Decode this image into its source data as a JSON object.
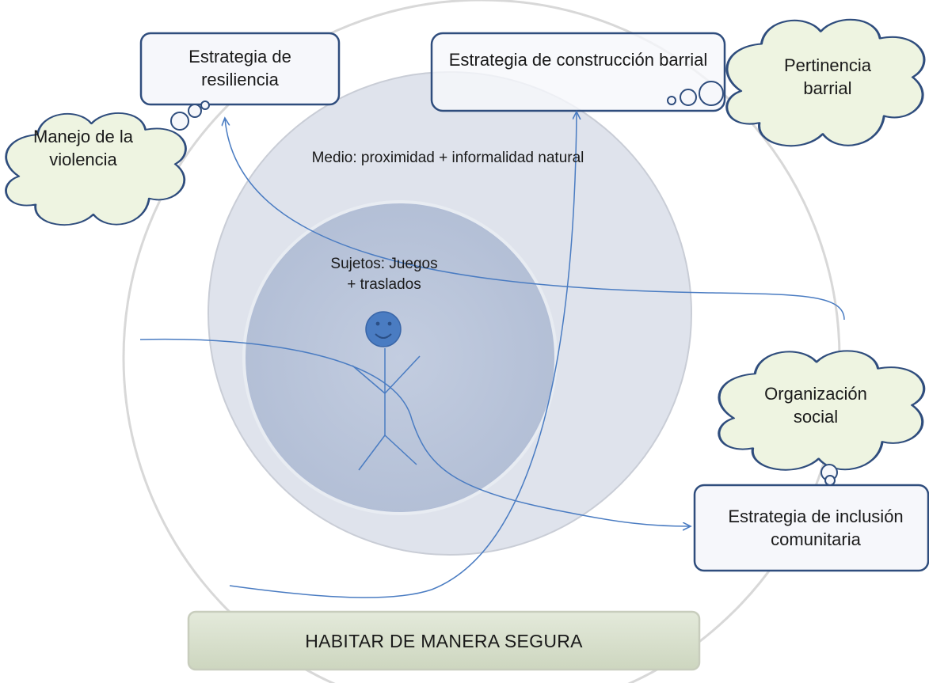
{
  "diagram": {
    "rings": {
      "middle": "Medio: proximidad + informalidad natural",
      "inner": "Sujetos: Juegos + traslados"
    },
    "boxes": {
      "resiliencia": "Estrategia de resiliencia",
      "construccion": "Estrategia de construcción barrial",
      "inclusion": "Estrategia de inclusión comunitaria"
    },
    "clouds": {
      "violencia": "Manejo de la violencia",
      "pertinencia": "Pertinencia barrial",
      "organizacion": "Organización social"
    },
    "base_label": "HABITAR DE MANERA SEGURA",
    "colors": {
      "ring_fill": "#dfe3ec",
      "inner_fill": "#bcc7db",
      "box_border": "#2f4d7d",
      "cloud_fill": "#eef4e1",
      "arrow": "#4a7cc2",
      "figure": "#4a7cc2",
      "base_fill": "#d8e0cc"
    },
    "icons": [
      "smiley-figure-icon",
      "thought-bubble-icon",
      "arrow-icon"
    ]
  }
}
